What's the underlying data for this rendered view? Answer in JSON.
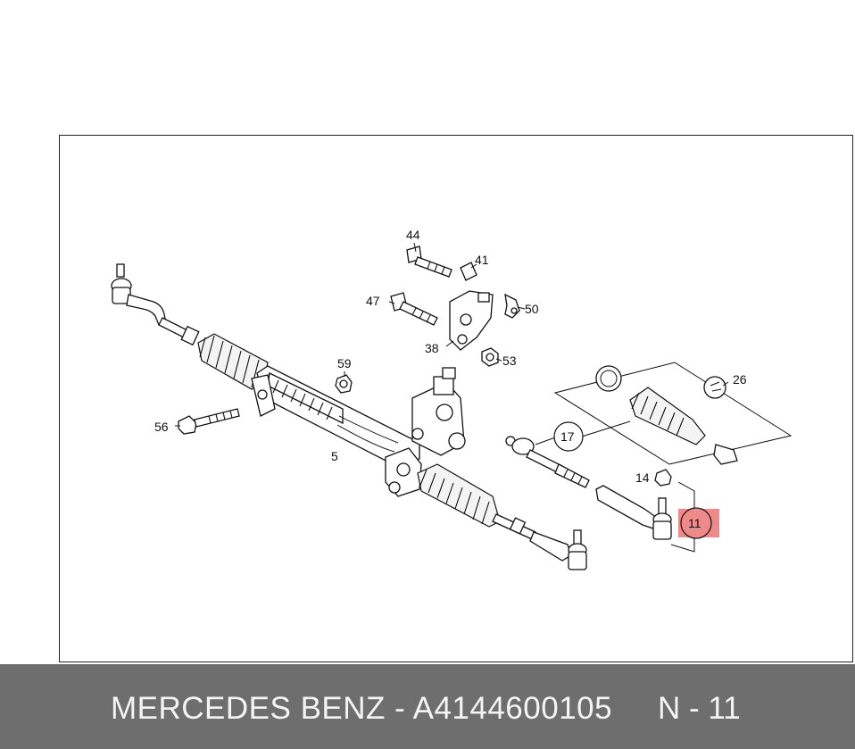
{
  "diagram": {
    "callouts": {
      "c44": "44",
      "c41": "41",
      "c47": "47",
      "c50": "50",
      "c38": "38",
      "c53": "53",
      "c59": "59",
      "c56": "56",
      "c5": "5",
      "c26": "26",
      "c17": "17",
      "c14": "14",
      "c11": "11"
    },
    "highlight_color": "#f08a8a"
  },
  "footer": {
    "brand_part": "MERCEDES BENZ - A4144600105",
    "ref": "N - 11"
  }
}
